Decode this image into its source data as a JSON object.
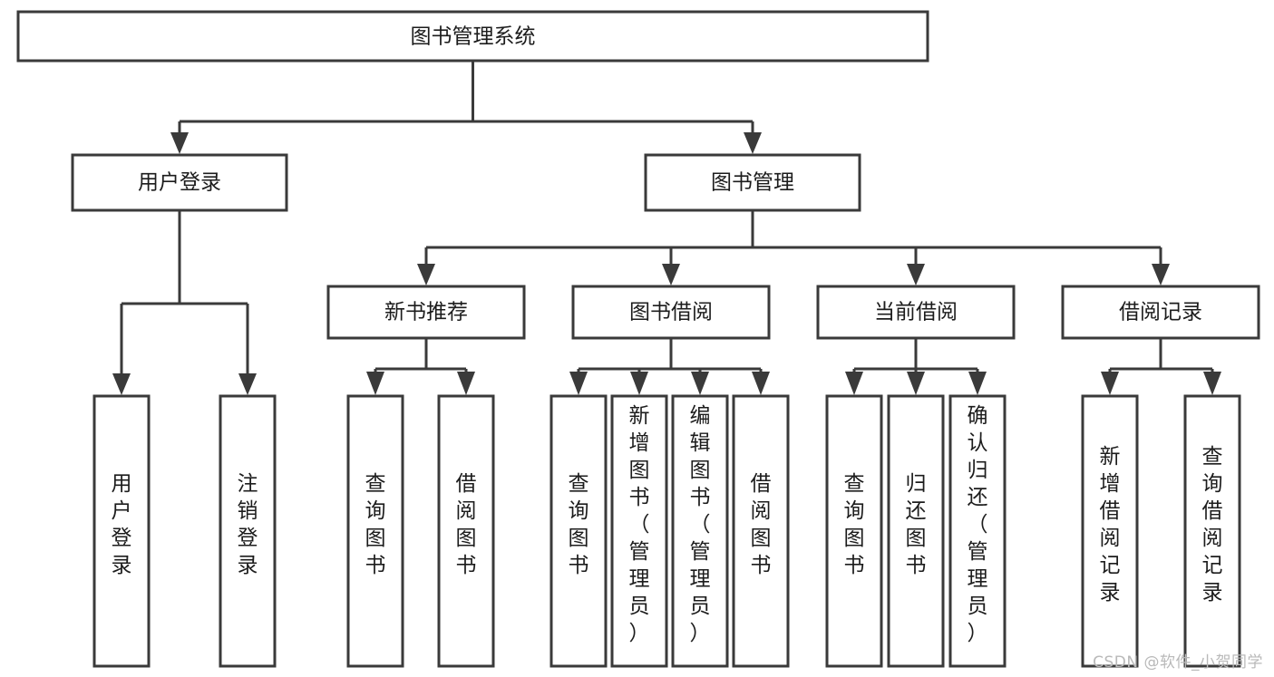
{
  "diagram": {
    "type": "tree-hierarchy-chart",
    "title": "图书管理系统",
    "watermark": "CSDN @软件_小贺同学",
    "colors": {
      "stroke": "#3a3a3a",
      "fill": "#ffffff",
      "text": "#1c1c1c",
      "watermark": "#b9b9b9"
    },
    "levels": {
      "level0": [
        {
          "id": "root",
          "label": "图书管理系统"
        }
      ],
      "level1": [
        {
          "id": "user-login",
          "label": "用户登录",
          "parent": "root"
        },
        {
          "id": "book-manage",
          "label": "图书管理",
          "parent": "root"
        }
      ],
      "level2": [
        {
          "id": "new-book-rec",
          "label": "新书推荐",
          "parent": "book-manage"
        },
        {
          "id": "book-borrow",
          "label": "图书借阅",
          "parent": "book-manage"
        },
        {
          "id": "current-borrow",
          "label": "当前借阅",
          "parent": "book-manage"
        },
        {
          "id": "borrow-record",
          "label": "借阅记录",
          "parent": "book-manage"
        }
      ],
      "leaves": [
        {
          "id": "leaf-user-login",
          "label": "用户登录",
          "parent": "user-login"
        },
        {
          "id": "leaf-logout",
          "label": "注销登录",
          "parent": "user-login"
        },
        {
          "id": "leaf-query-book-1",
          "label": "查询图书",
          "parent": "new-book-rec"
        },
        {
          "id": "leaf-borrow-book-1",
          "label": "借阅图书",
          "parent": "new-book-rec"
        },
        {
          "id": "leaf-query-book-2",
          "label": "查询图书",
          "parent": "book-borrow"
        },
        {
          "id": "leaf-add-book",
          "label": "新增图书（管理员）",
          "parent": "book-borrow"
        },
        {
          "id": "leaf-edit-book",
          "label": "编辑图书（管理员）",
          "parent": "book-borrow"
        },
        {
          "id": "leaf-borrow-book-2",
          "label": "借阅图书",
          "parent": "book-borrow"
        },
        {
          "id": "leaf-query-book-3",
          "label": "查询图书",
          "parent": "current-borrow"
        },
        {
          "id": "leaf-return-book",
          "label": "归还图书",
          "parent": "current-borrow"
        },
        {
          "id": "leaf-confirm-return",
          "label": "确认归还（管理员）",
          "parent": "current-borrow"
        },
        {
          "id": "leaf-add-record",
          "label": "新增借阅记录",
          "parent": "borrow-record"
        },
        {
          "id": "leaf-query-record",
          "label": "查询借阅记录",
          "parent": "borrow-record"
        }
      ]
    }
  }
}
